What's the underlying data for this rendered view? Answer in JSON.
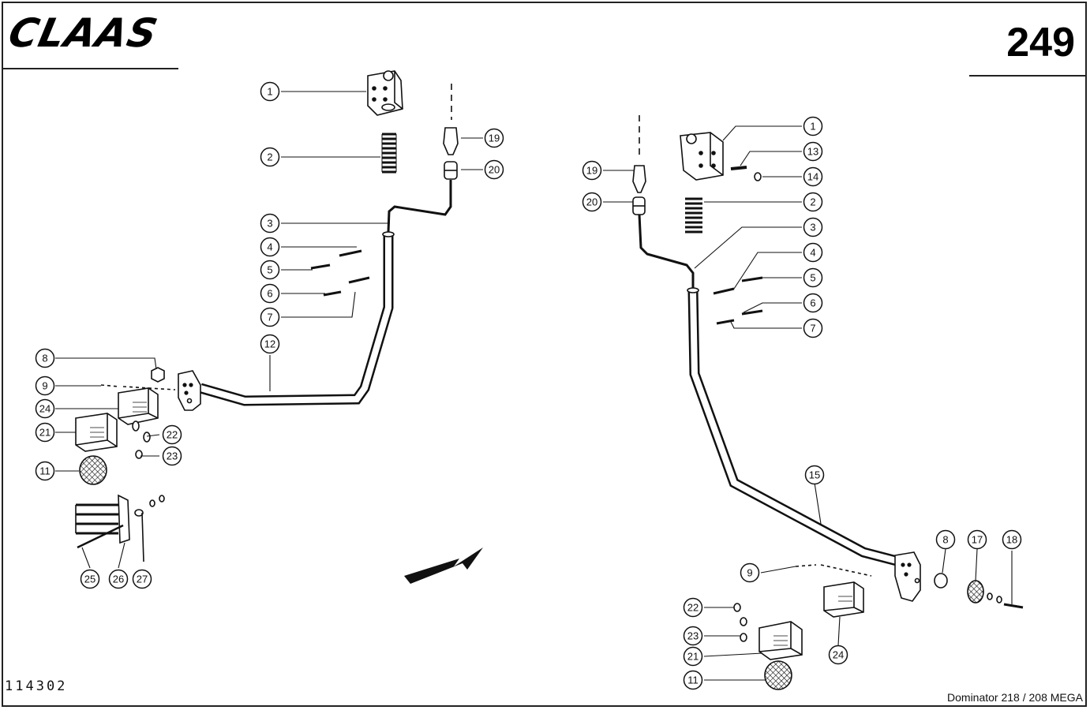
{
  "header": {
    "brand": "CLAAS",
    "page_number": "249"
  },
  "footer": {
    "drawing_number": "114302",
    "model": "Dominator 218 / 208 MEGA"
  },
  "callouts_left": [
    {
      "label": "1"
    },
    {
      "label": "2"
    },
    {
      "label": "19"
    },
    {
      "label": "20"
    },
    {
      "label": "3"
    },
    {
      "label": "4"
    },
    {
      "label": "5"
    },
    {
      "label": "6"
    },
    {
      "label": "7"
    },
    {
      "label": "12"
    },
    {
      "label": "8"
    },
    {
      "label": "9"
    },
    {
      "label": "24"
    },
    {
      "label": "21"
    },
    {
      "label": "22"
    },
    {
      "label": "23"
    },
    {
      "label": "11"
    },
    {
      "label": "25"
    },
    {
      "label": "26"
    },
    {
      "label": "27"
    }
  ],
  "callouts_right": [
    {
      "label": "1"
    },
    {
      "label": "13"
    },
    {
      "label": "14"
    },
    {
      "label": "19"
    },
    {
      "label": "20"
    },
    {
      "label": "2"
    },
    {
      "label": "3"
    },
    {
      "label": "4"
    },
    {
      "label": "5"
    },
    {
      "label": "6"
    },
    {
      "label": "7"
    },
    {
      "label": "15"
    },
    {
      "label": "8"
    },
    {
      "label": "17"
    },
    {
      "label": "18"
    },
    {
      "label": "9"
    },
    {
      "label": "24"
    },
    {
      "label": "22"
    },
    {
      "label": "23"
    },
    {
      "label": "21"
    },
    {
      "label": "11"
    }
  ]
}
